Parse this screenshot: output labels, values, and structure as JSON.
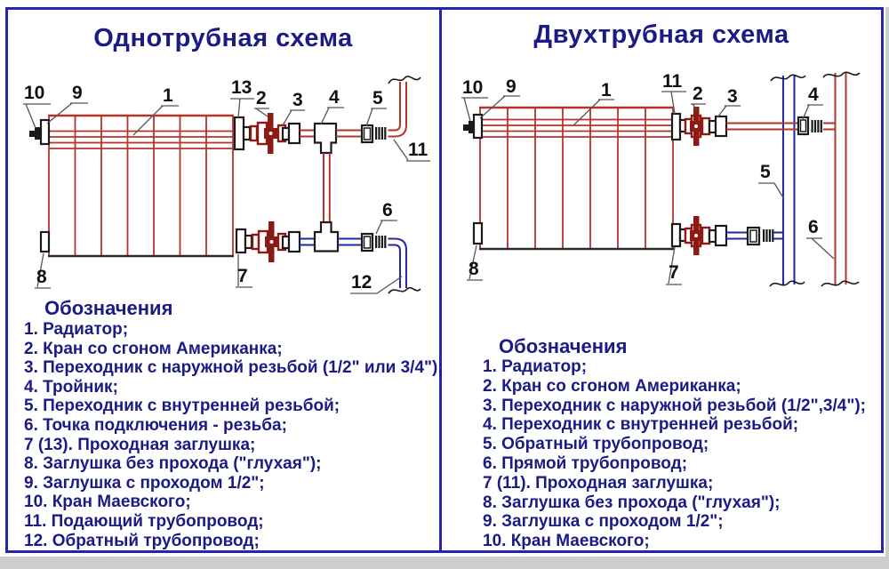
{
  "panels": [
    {
      "title": "Однотрубная схема",
      "legend_title": "Обозначения",
      "callouts": [
        "10",
        "9",
        "1",
        "13",
        "2",
        "3",
        "4",
        "5",
        "11",
        "8",
        "7",
        "6",
        "12"
      ],
      "legend": [
        "1. Радиатор;",
        "2. Кран со сгоном Американка;",
        "3. Переходник с наружной резьбой (1/2\" или 3/4\");",
        "4. Тройник;",
        "5. Переходник с внутренней резьбой;",
        "6. Точка подключения - резьба;",
        "7 (13). Проходная заглушка;",
        "8. Заглушка без прохода (\"глухая\");",
        "9. Заглушка с проходом 1/2\";",
        "10. Кран Маевского;",
        "11. Подающий трубопровод;",
        "12. Обратный трубопровод;"
      ]
    },
    {
      "title": "Двухтрубная схема",
      "legend_title": "Обозначения",
      "callouts": [
        "10",
        "9",
        "1",
        "11",
        "2",
        "3",
        "4",
        "5",
        "6",
        "8",
        "7"
      ],
      "legend": [
        "1. Радиатор;",
        "2. Кран со сгоном Американка;",
        "3. Переходник с наружной резьбой (1/2\",3/4\");",
        "4. Переходник с внутренней резьбой;",
        "5. Обратный трубопровод;",
        "6. Прямой трубопровод;",
        "7 (11). Проходная заглушка;",
        "8. Заглушка без прохода (\"глухая\");",
        "9. Заглушка с проходом 1/2\";",
        "10. Кран Маевского;"
      ]
    }
  ],
  "colors": {
    "frame": "#2525ae",
    "text": "#1b1b86",
    "pipe-supply": "#b5342a",
    "pipe-return": "#2326a6",
    "valve": "#8e1a14",
    "outline": "#1a1a1a",
    "leader": "#555555",
    "callout": "#111111"
  }
}
